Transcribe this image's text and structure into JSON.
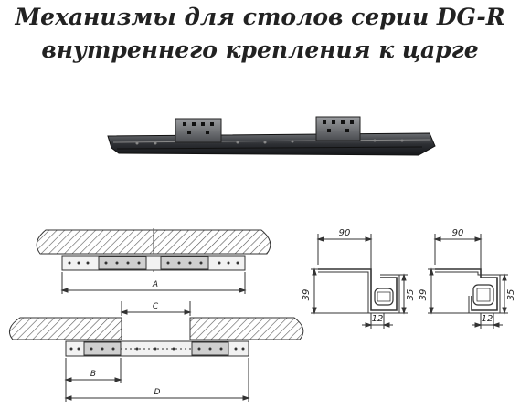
{
  "header": {
    "title_line1": "Механизмы для столов серии DG-R",
    "title_line2": "внутреннего крепления к царге"
  },
  "diagram": {
    "label_a": "A",
    "label_b": "B",
    "label_c": "C",
    "label_d": "D",
    "profile_left": {
      "width": "90",
      "height_outer": "39",
      "height_inner": "35",
      "base": "12"
    },
    "profile_right": {
      "width": "90",
      "height_outer": "39",
      "height_inner": "35",
      "base": "12"
    }
  }
}
